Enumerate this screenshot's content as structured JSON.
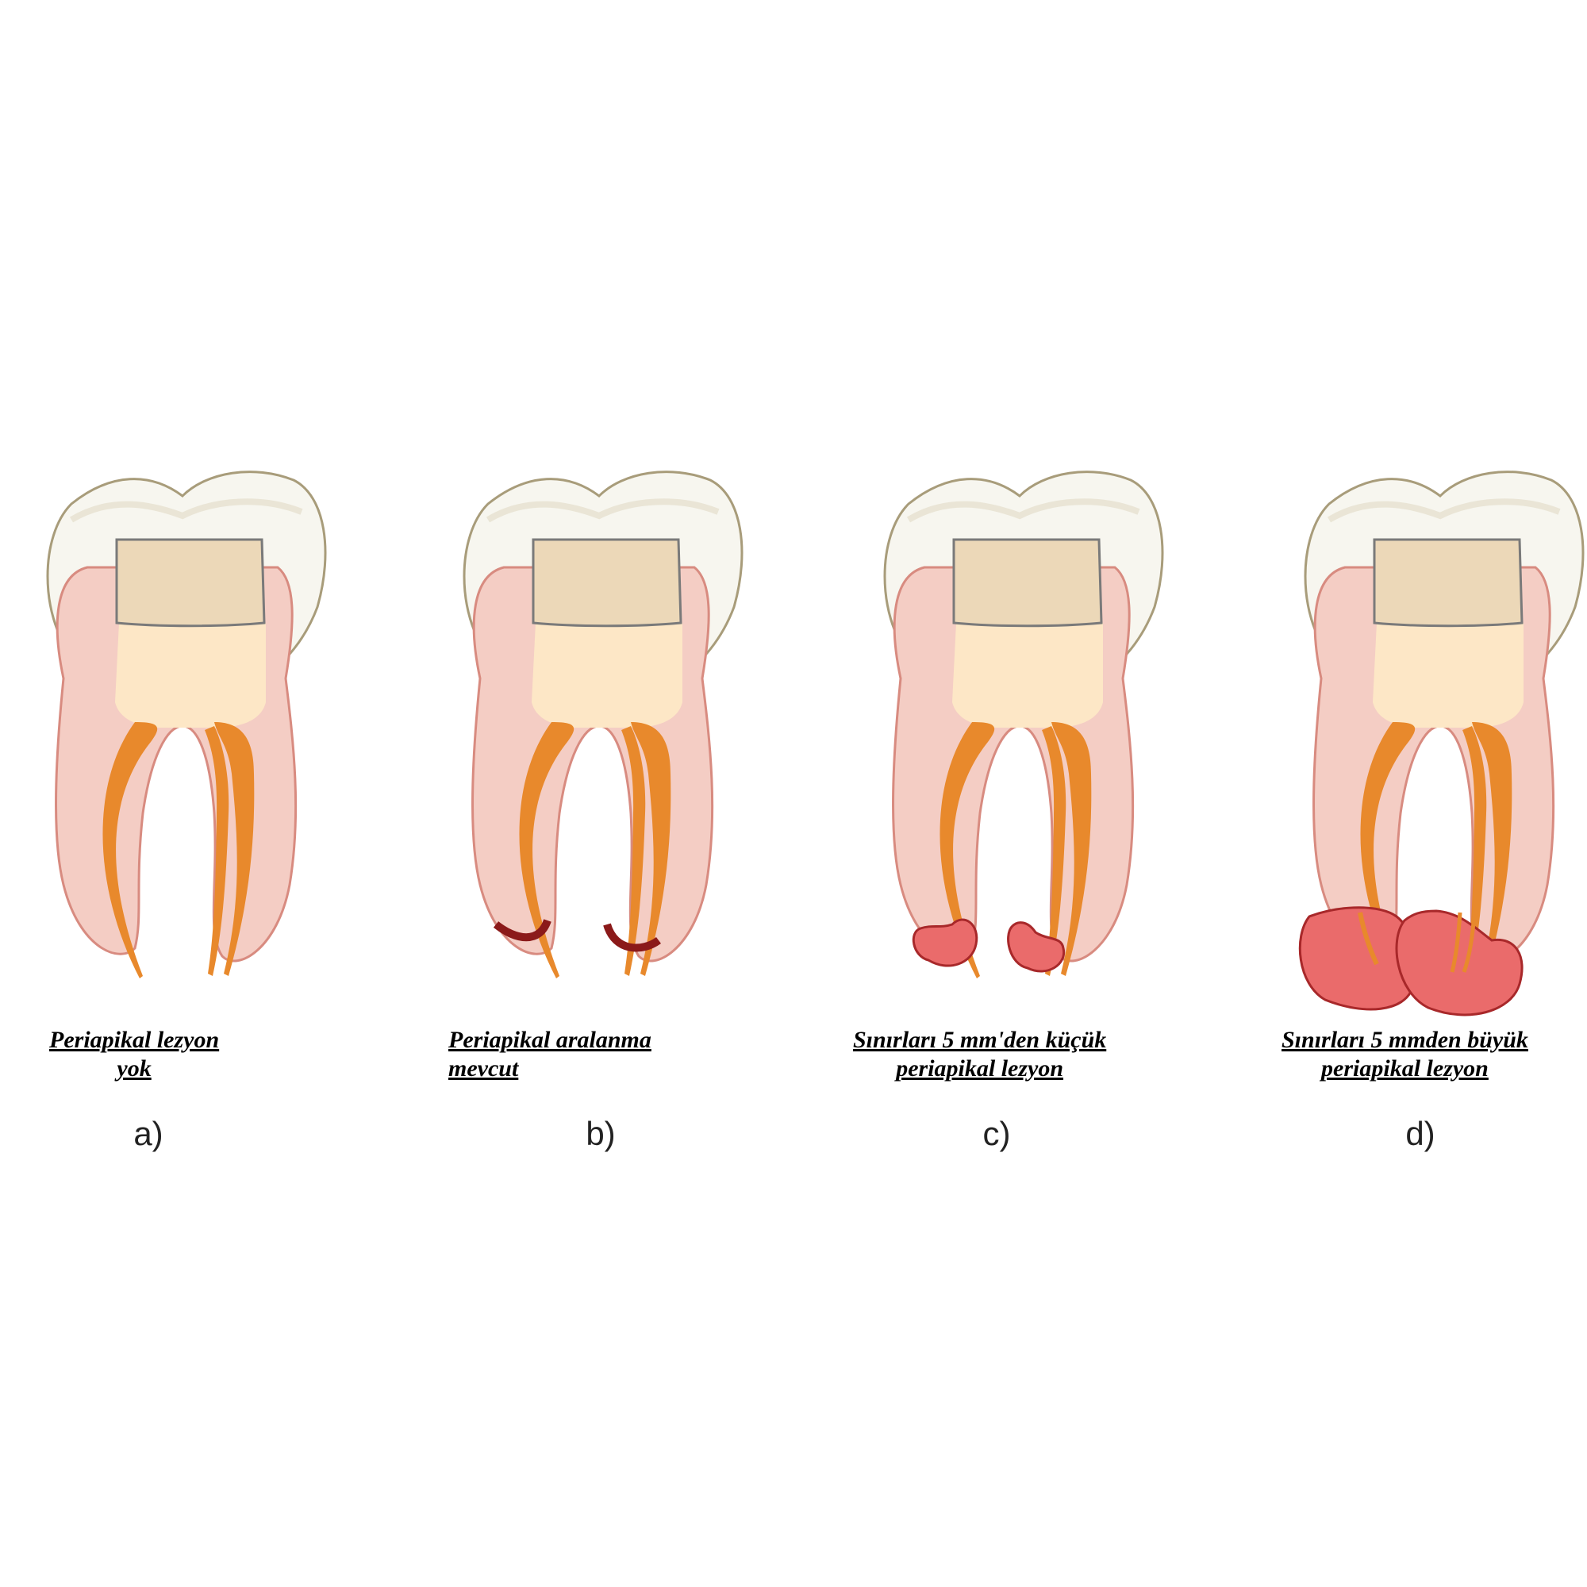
{
  "panels": [
    {
      "caption_line1": "Periapikal lezyon ",
      "caption_line2": "yok",
      "letter": "a)",
      "lesion": "none"
    },
    {
      "caption_line1": "Periapikal aralanma ",
      "caption_line2": "mevcut",
      "letter": "b)",
      "lesion": "widening"
    },
    {
      "caption_line1": "Sınırları 5 mm'den küçük ",
      "caption_line2": "periapikal lezyon",
      "letter": "c)",
      "lesion": "small"
    },
    {
      "caption_line1": "Sınırları 5 mmden büyük ",
      "caption_line2": "periapikal lezyon",
      "letter": "d)",
      "lesion": "large"
    }
  ],
  "colors": {
    "enamel": "#f7f6ef",
    "enamel_outline": "#a89c7a",
    "dentin": "#f4cdc4",
    "dentin_outline": "#d88b80",
    "filling": "#ecd8b8",
    "pulp_chamber": "#fde7c6",
    "canal": "#e8892c",
    "widening": "#8b1a1a",
    "lesion_fill": "#ea6b6b",
    "lesion_outline": "#a8282a"
  }
}
